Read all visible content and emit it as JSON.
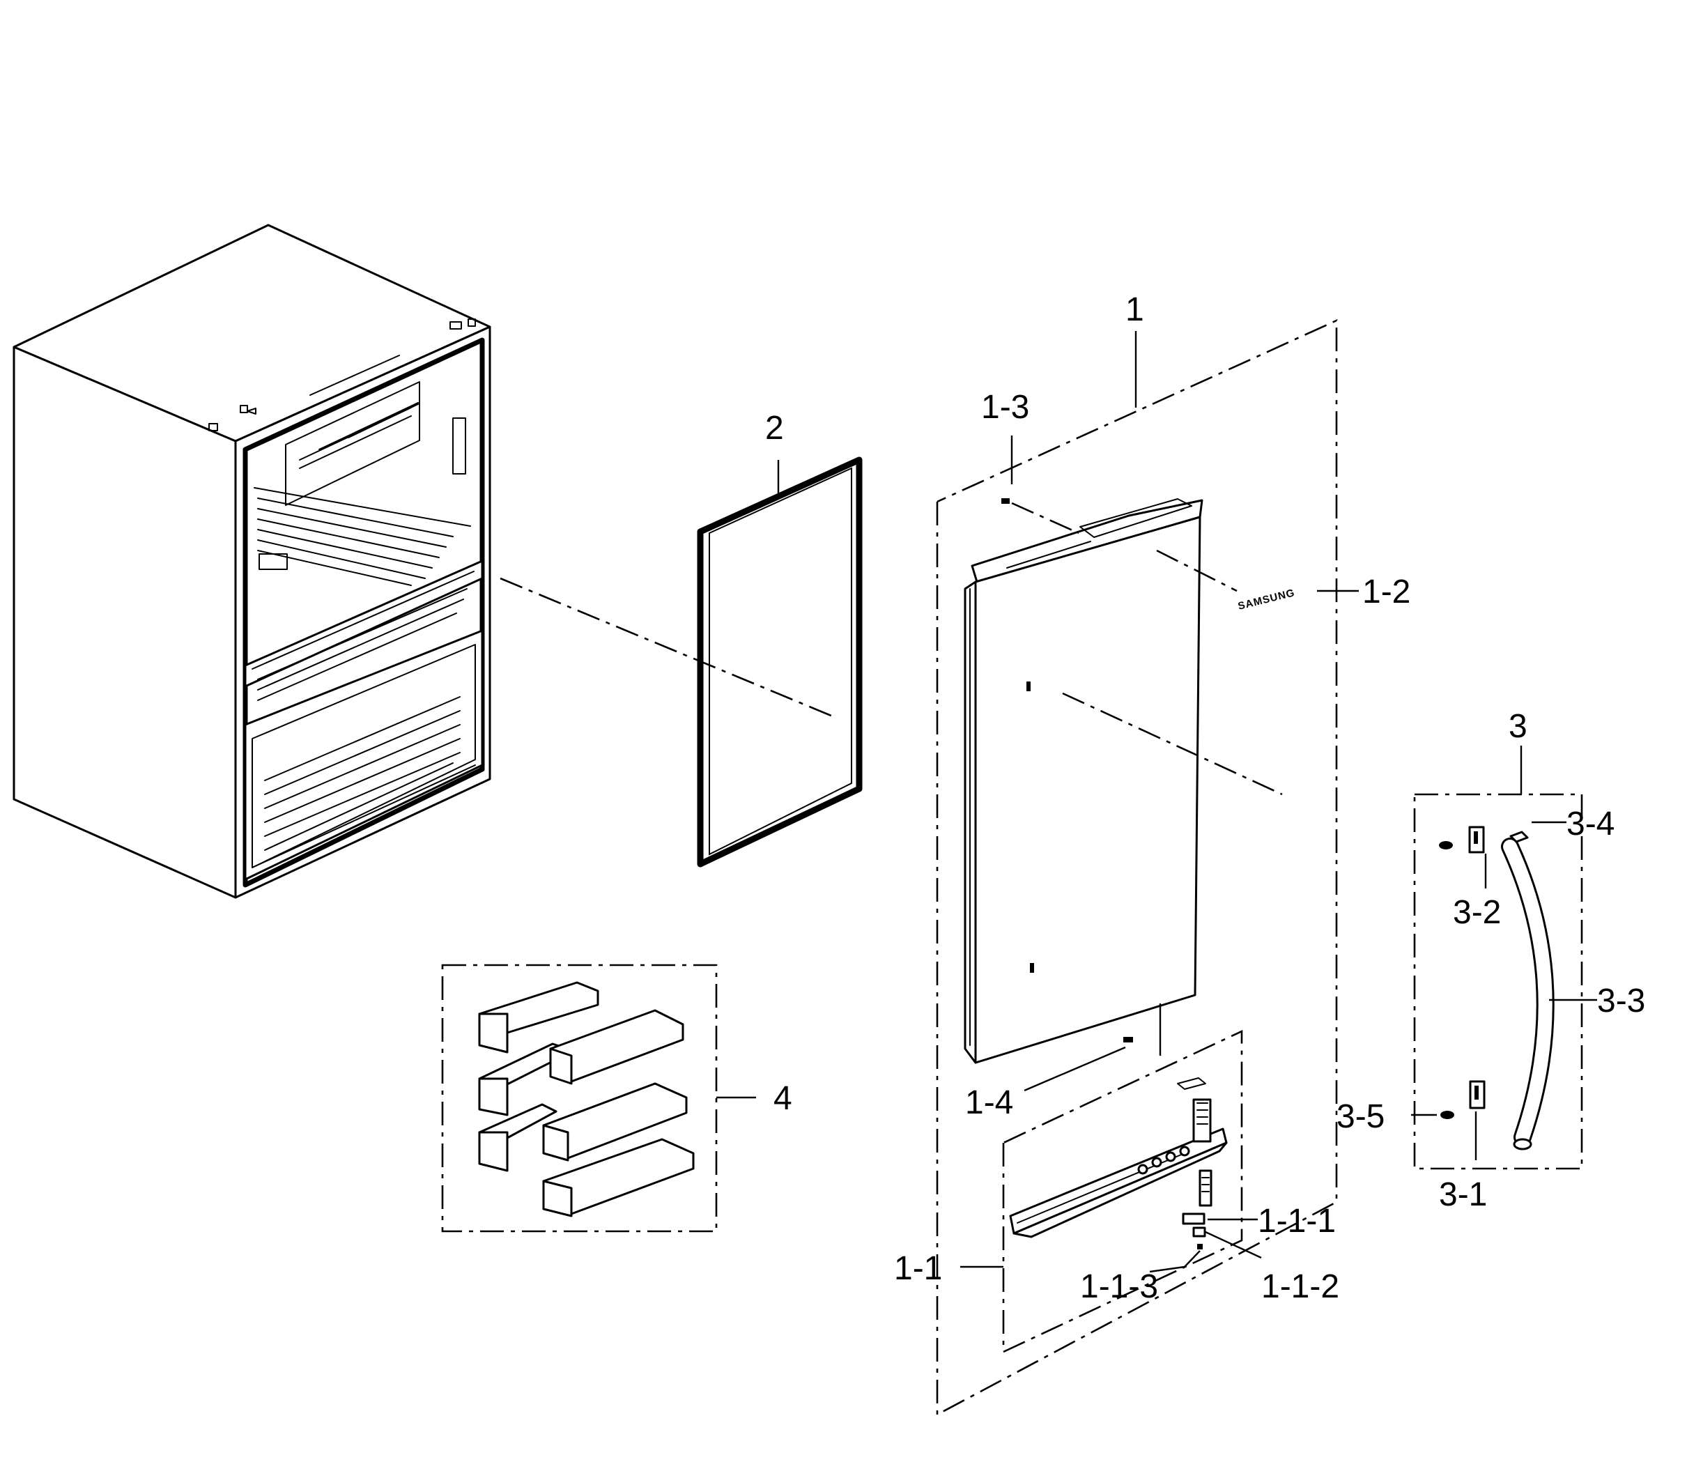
{
  "diagram": {
    "brand_text": "SAMSUNG",
    "labels": {
      "l1": "1",
      "l1_3": "1-3",
      "l1_2": "1-2",
      "l1_4": "1-4",
      "l1_1": "1-1",
      "l1_1_1": "1-1-1",
      "l1_1_2": "1-1-2",
      "l1_1_3": "1-1-3",
      "l2": "2",
      "l3": "3",
      "l3_1": "3-1",
      "l3_2": "3-2",
      "l3_3": "3-3",
      "l3_4": "3-4",
      "l3_5": "3-5",
      "l4": "4"
    }
  }
}
